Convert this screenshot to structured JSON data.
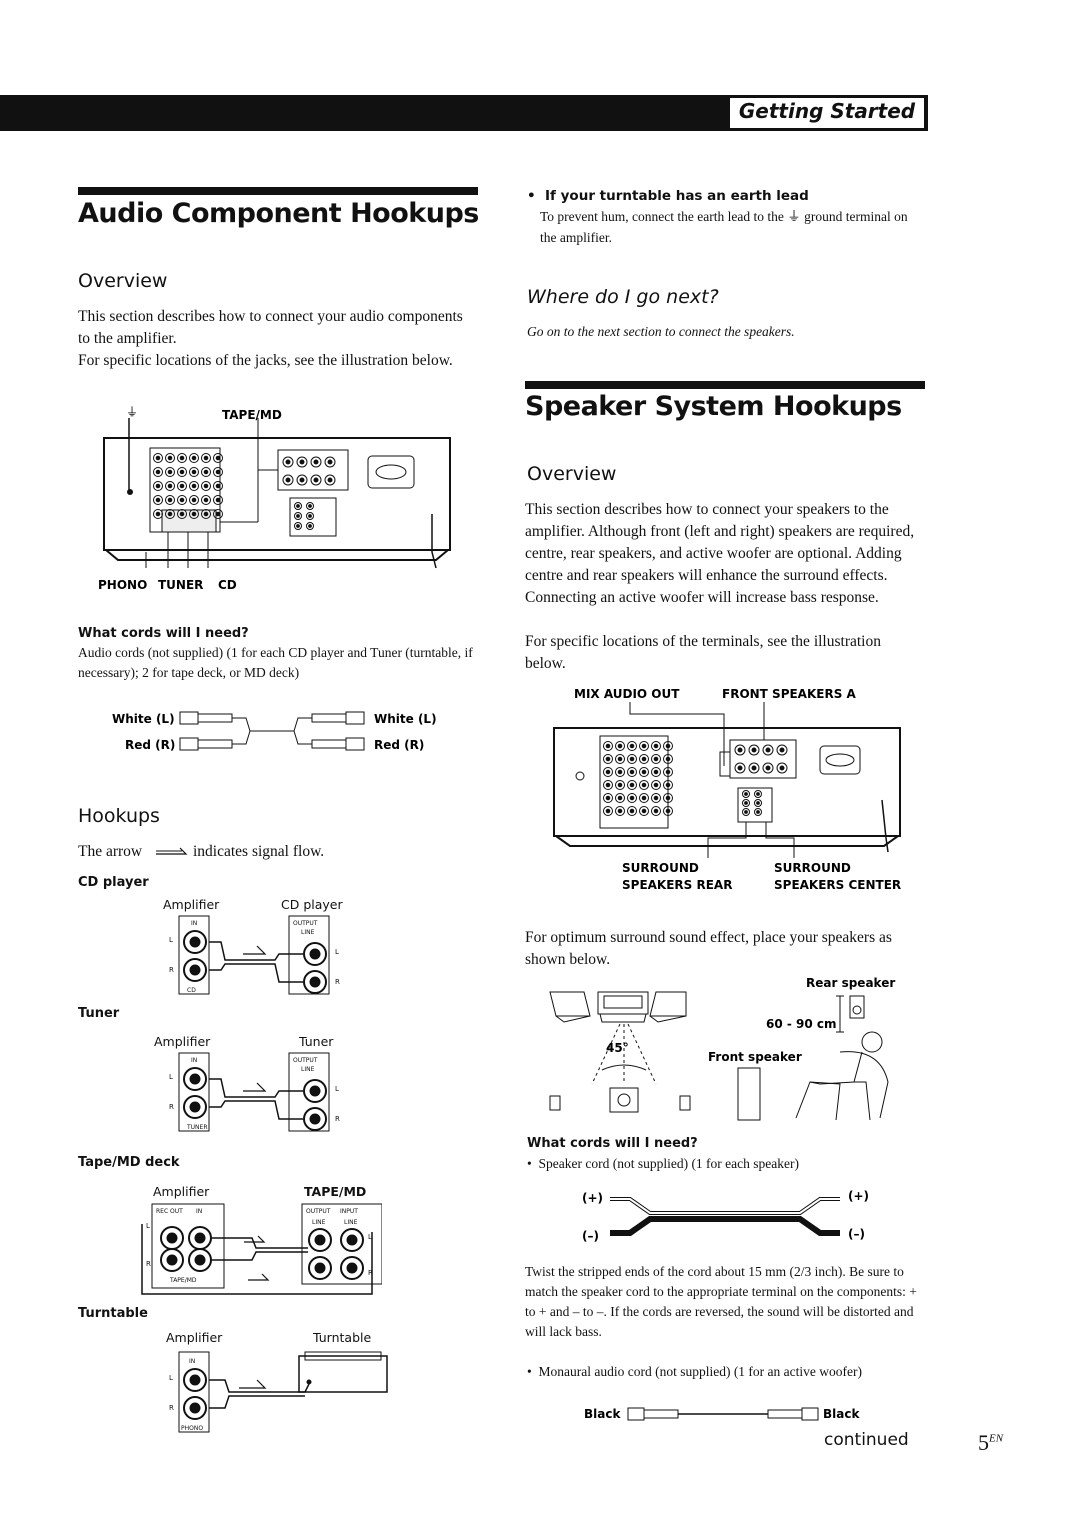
{
  "header": {
    "section": "Getting Started"
  },
  "audio": {
    "title": "Audio Component Hookups",
    "overview_heading": "Overview",
    "overview_p1": "This section describes how to connect your audio components to the amplifier.",
    "overview_p2": "For specific locations of the jacks, see the illustration below.",
    "diagram_labels": {
      "tape_md": "TAPE/MD",
      "phono": "PHONO",
      "tuner": "TUNER",
      "cd": "CD"
    },
    "cords_heading": "What cords will I need?",
    "cords_text": "Audio cords (not supplied)  (1 for each CD player and Tuner (turntable, if necessary);  2 for tape deck, or MD deck)",
    "cable_labels": {
      "white_l": "White (L)",
      "red_r": "Red (R)"
    },
    "hookups_heading": "Hookups",
    "arrow_text_before": "The arrow",
    "arrow_text_after": "indicates signal flow.",
    "cd_heading": "CD player",
    "tuner_heading": "Tuner",
    "tape_heading": "Tape/MD deck",
    "turntable_heading": "Turntable",
    "amplifier_label": "Amplifier",
    "cd_player_label": "CD player",
    "tuner_label": "Tuner",
    "tape_md_label": "TAPE/MD",
    "turntable_label": "Turntable",
    "jack": {
      "in": "IN",
      "output": "OUTPUT",
      "input": "INPUT",
      "line": "LINE",
      "l": "L",
      "r": "R",
      "rec_out": "REC OUT",
      "cd": "CD",
      "tuner": "TUNER",
      "tape_md": "TAPE/MD",
      "phono": "PHONO"
    }
  },
  "earth": {
    "heading": "If your turntable has an earth lead",
    "text_before": "To prevent hum, connect the earth lead to the",
    "text_after": "ground terminal on the amplifier."
  },
  "next": {
    "heading": "Where do I go next?",
    "text": "Go on to the next section to connect the speakers."
  },
  "speaker": {
    "title": "Speaker System Hookups",
    "overview_heading": "Overview",
    "overview_p1": "This section describes how to connect your speakers to the amplifier. Although front (left and right) speakers are required, centre, rear speakers, and active woofer are optional. Adding centre and rear speakers will enhance the surround effects. Connecting an active woofer will increase bass response.",
    "overview_p2": "For specific locations of the terminals, see the illustration below.",
    "labels": {
      "mix_audio_out": "MIX AUDIO OUT",
      "front_speakers_a": "FRONT SPEAKERS A",
      "surround_rear_1": "SURROUND",
      "surround_rear_2": "SPEAKERS REAR",
      "surround_center_1": "SURROUND",
      "surround_center_2": "SPEAKERS CENTER"
    },
    "placement_text": "For optimum surround sound effect, place your speakers as shown below.",
    "rear_speaker": "Rear speaker",
    "distance": "60 - 90 cm",
    "angle": "45°",
    "front_speaker": "Front speaker",
    "cords_heading": "What cords will I need?",
    "cord_item": "Speaker cord (not supplied)  (1 for each speaker)",
    "plus": "(+)",
    "minus": "(–)",
    "twist_text": "Twist the stripped ends of the cord about 15 mm (2/3 inch). Be sure to match the speaker cord to the appropriate terminal on the components: + to + and – to –. If the cords are reversed, the sound will be distorted and will lack bass.",
    "mono_item": "Monaural audio cord (not supplied)  (1 for an active woofer)",
    "black": "Black"
  },
  "footer": {
    "continued": "continued",
    "page": "5",
    "page_suffix": "EN"
  }
}
